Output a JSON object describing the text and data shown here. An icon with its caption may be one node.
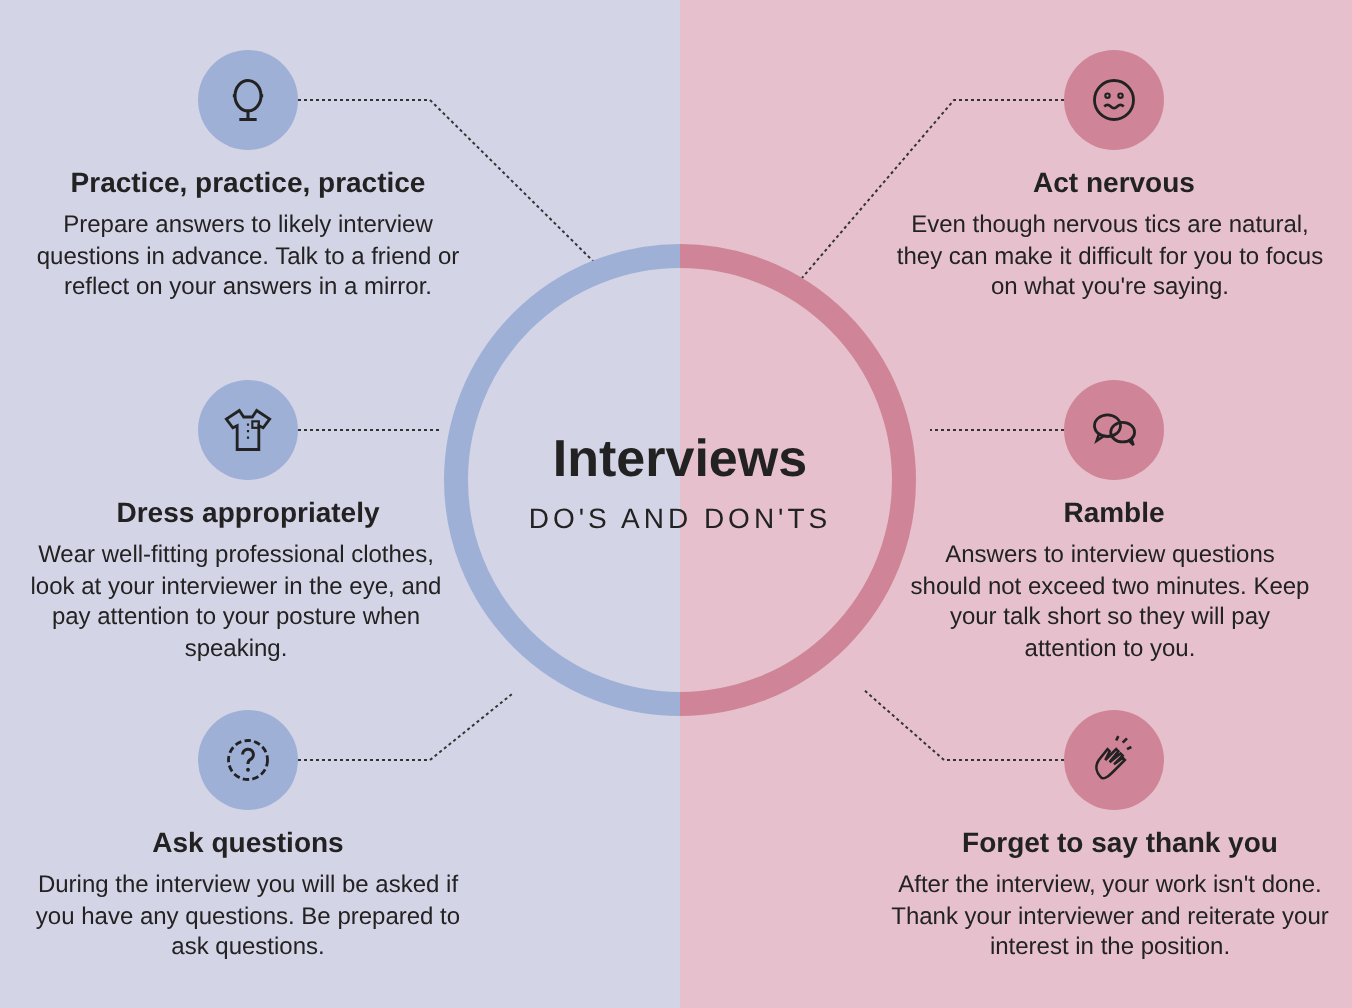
{
  "diagram": {
    "nodes": [
      {
        "text": [
          "Interviews",
          "DO'S AND DON'TS"
        ]
      },
      {
        "text": [],
        "shape": "circle",
        "beside": [
          "Practice, practice, practice"
        ]
      },
      {
        "text": [],
        "shape": "circle",
        "beside": [
          "Dress appropriately"
        ]
      },
      {
        "text": [],
        "shape": "circle",
        "beside": [
          "Ask questions"
        ]
      },
      {
        "text": [],
        "shape": "circle",
        "beside": [
          "Act nervous"
        ]
      },
      {
        "text": [],
        "shape": "circle",
        "beside": [
          "Ramble"
        ]
      },
      {
        "text": [],
        "shape": "circle",
        "beside": [
          "Forget to say thank you"
        ]
      }
    ],
    "edges": [
      {
        "from": 1,
        "to": 0,
        "arrow": "none",
        "style": "dashed"
      },
      {
        "from": 2,
        "to": 0,
        "arrow": "none",
        "style": "dashed"
      },
      {
        "from": 3,
        "to": 0,
        "arrow": "none",
        "style": "dashed"
      },
      {
        "from": 4,
        "to": 0,
        "arrow": "none",
        "style": "dashed"
      },
      {
        "from": 5,
        "to": 0,
        "arrow": "none",
        "style": "dashed"
      },
      {
        "from": 6,
        "to": 0,
        "arrow": "none",
        "style": "dashed"
      }
    ],
    "labels": [
      "Prepare answers to likely interview questions in advance. Talk to a friend or reflect on your answers in a mirror.",
      "Even though nervous tics are natural, they can make it difficult for you to focus on what you're saying.",
      "Wear well-fitting professional clothes, look at your interviewer in the eye, and pay attention to your posture when speaking.",
      "Answers to interview questions should not exceed two minutes. Keep your talk short so they will pay attention to you.",
      "During the interview you will be asked if you have any questions. Be prepared to ask questions.",
      "After the interview, your work isn't done. Thank your interviewer and reiterate your interest in the position."
    ]
  }
}
